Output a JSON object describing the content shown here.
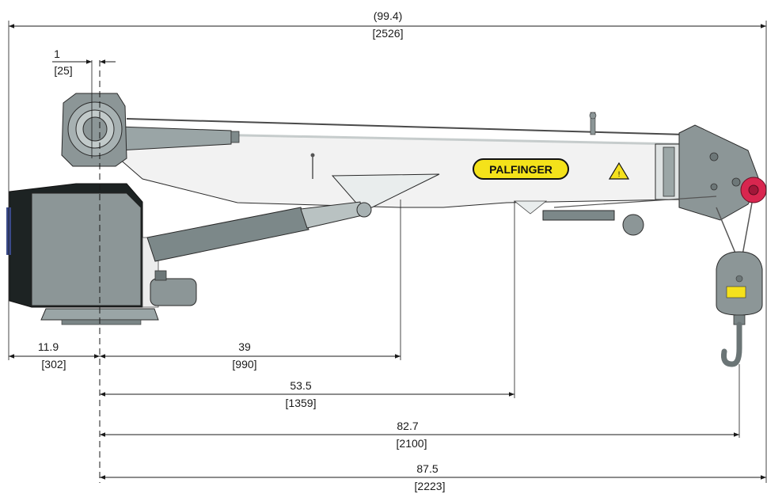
{
  "brand": {
    "logo_text": "PALFINGER",
    "logo_fill": "#f4e21a",
    "logo_stroke": "#111111"
  },
  "colors": {
    "boom_white": "#f3f3f3",
    "steel_grey": "#8e9a9b",
    "dark_grey": "#5f6b6c",
    "housing_dark": "#1d2323",
    "accent_red": "#d8264f",
    "warning_yellow": "#f5e11c"
  },
  "dimensions": {
    "overall": {
      "value": "(99.4)",
      "metric": "[2526]"
    },
    "offset": {
      "value": "1",
      "metric": "[25]"
    },
    "rear": {
      "value": "11.9",
      "metric": "[302]"
    },
    "d39": {
      "value": "39",
      "metric": "[990]"
    },
    "d53": {
      "value": "53.5",
      "metric": "[1359]"
    },
    "d82": {
      "value": "82.7",
      "metric": "[2100]"
    },
    "d87": {
      "value": "87.5",
      "metric": "[2223]"
    }
  }
}
